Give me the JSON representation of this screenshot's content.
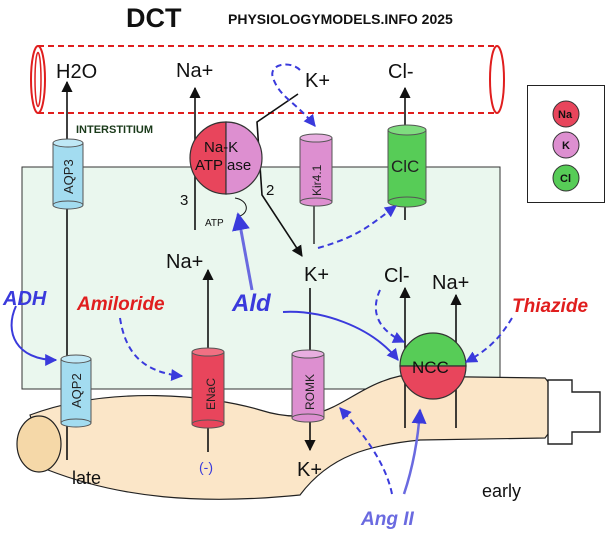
{
  "header": {
    "title": "DCT",
    "credit": "PHYSIOLOGYMODELS.INFO 2025"
  },
  "regions": {
    "interstitium": "INTERSTITIUM",
    "late": "late",
    "early": "early"
  },
  "top_labels": {
    "h2o": "H2O",
    "na": "Na+",
    "k": "K+",
    "cl": "Cl-"
  },
  "cell_labels": {
    "na_mid": "Na+",
    "k_mid": "K+",
    "cl_mid": "Cl-",
    "na_right": "Na+",
    "k_bottom": "K+",
    "minus": "(-)",
    "atp": "ATP",
    "stoich_3": "3",
    "stoich_2": "2"
  },
  "channels": {
    "aqp3": "AQP3",
    "aqp2": "AQP2",
    "nak_line1": "Na-K",
    "nak_line2a": "ATP",
    "nak_line2b": "ase",
    "kir": "Kir4.1",
    "clc": "ClC",
    "enac": "ENaC",
    "romk": "ROMK",
    "ncc": "NCC"
  },
  "regulators": {
    "adh": "ADH",
    "amiloride": "Amiloride",
    "ald": "Ald",
    "thiazide": "Thiazide",
    "angii": "Ang II"
  },
  "legend": {
    "na": "Na",
    "k": "K",
    "cl": "Cl"
  },
  "colors": {
    "na_red": "#e8455c",
    "k_pink": "#dd8fd0",
    "cl_green": "#57cc57",
    "aqp_blue": "#a3dcf0",
    "cell_fill": "#eaf7ee",
    "tubule_fill": "#fbe6c8",
    "regulator_blue": "#3a3adc",
    "drug_red": "#e01e1e"
  }
}
